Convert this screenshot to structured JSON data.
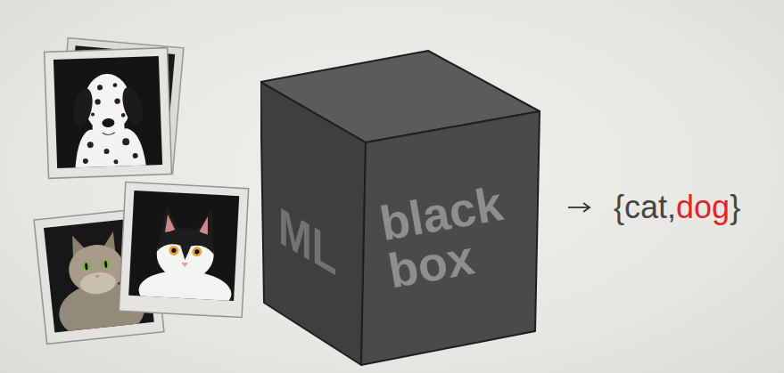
{
  "diagram": {
    "nodes": [
      {
        "text": [
          "ML",
          "black box"
        ]
      }
    ],
    "labels": [
      "{cat,",
      "dog",
      "}"
    ]
  }
}
